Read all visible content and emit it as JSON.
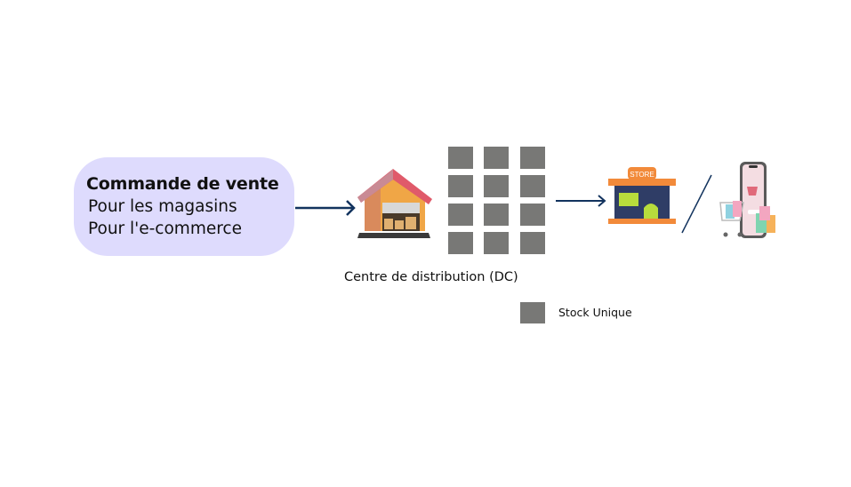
{
  "order": {
    "title": "Commande de vente",
    "lines": [
      "Pour les magasins",
      "Pour l'e-commerce"
    ]
  },
  "distribution_center": {
    "label": "Centre de distribution (DC)",
    "stock_grid": {
      "rows": 4,
      "columns": 3
    }
  },
  "store": {
    "sign": "STORE"
  },
  "legend": {
    "label": "Stock Unique",
    "color": "#787876"
  },
  "colors": {
    "order_box": "#dedbfd",
    "arrow": "#12335e"
  }
}
